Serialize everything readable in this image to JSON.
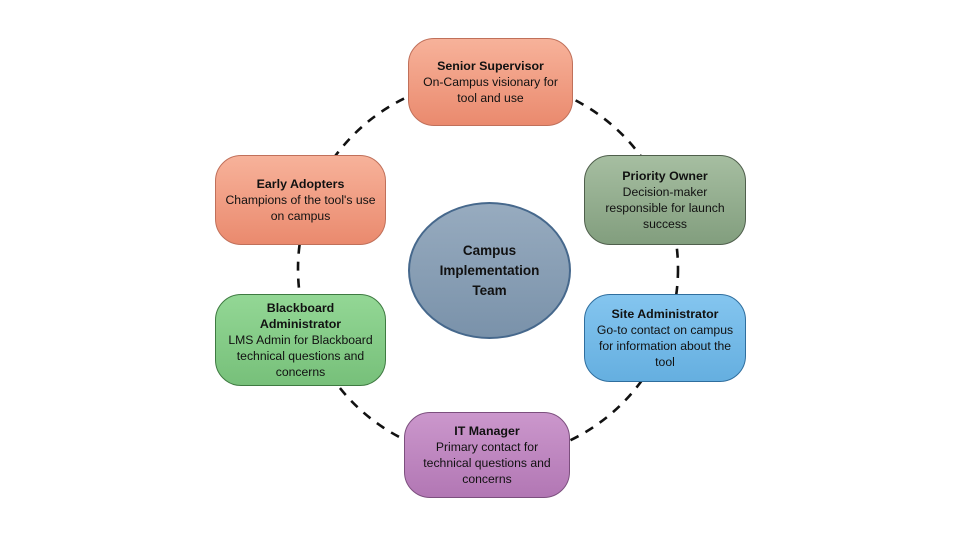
{
  "diagram_title": "Campus Implementation Team",
  "center": {
    "label": "Campus Implementation Team",
    "color_top": "#97abbf",
    "color_bottom": "#7a92aa",
    "border_color": "#46688c"
  },
  "ring": {
    "stroke_color": "#111111",
    "style": "dashed"
  },
  "nodes": [
    {
      "id": "senior-supervisor",
      "title": "Senior Supervisor",
      "description": "On-Campus visionary for tool and use",
      "color_top": "#f7b29a",
      "color_bottom": "#ea8a6e",
      "border_color": "#c0705a"
    },
    {
      "id": "priority-owner",
      "title": "Priority Owner",
      "description": "Decision-maker responsible for launch success",
      "color_top": "#a6bea1",
      "color_bottom": "#829e7e",
      "border_color": "#4f5f4c"
    },
    {
      "id": "site-administrator",
      "title": "Site Administrator",
      "description": "Go-to contact on campus for information about the tool",
      "color_top": "#84c5ef",
      "color_bottom": "#65afe0",
      "border_color": "#2f6e9e"
    },
    {
      "id": "it-manager",
      "title": "IT Manager",
      "description": "Primary contact for technical questions and concerns",
      "color_top": "#cb97cc",
      "color_bottom": "#b277b4",
      "border_color": "#7c4f7e"
    },
    {
      "id": "blackboard-administrator",
      "title": "Blackboard Administrator",
      "description": "LMS Admin for Blackboard technical questions and concerns",
      "color_top": "#93d795",
      "color_bottom": "#77c07a",
      "border_color": "#3e7a41"
    },
    {
      "id": "early-adopters",
      "title": "Early Adopters",
      "description": "Champions of the tool's use on campus",
      "color_top": "#f7b29a",
      "color_bottom": "#ea8a6e",
      "border_color": "#c0705a"
    }
  ]
}
